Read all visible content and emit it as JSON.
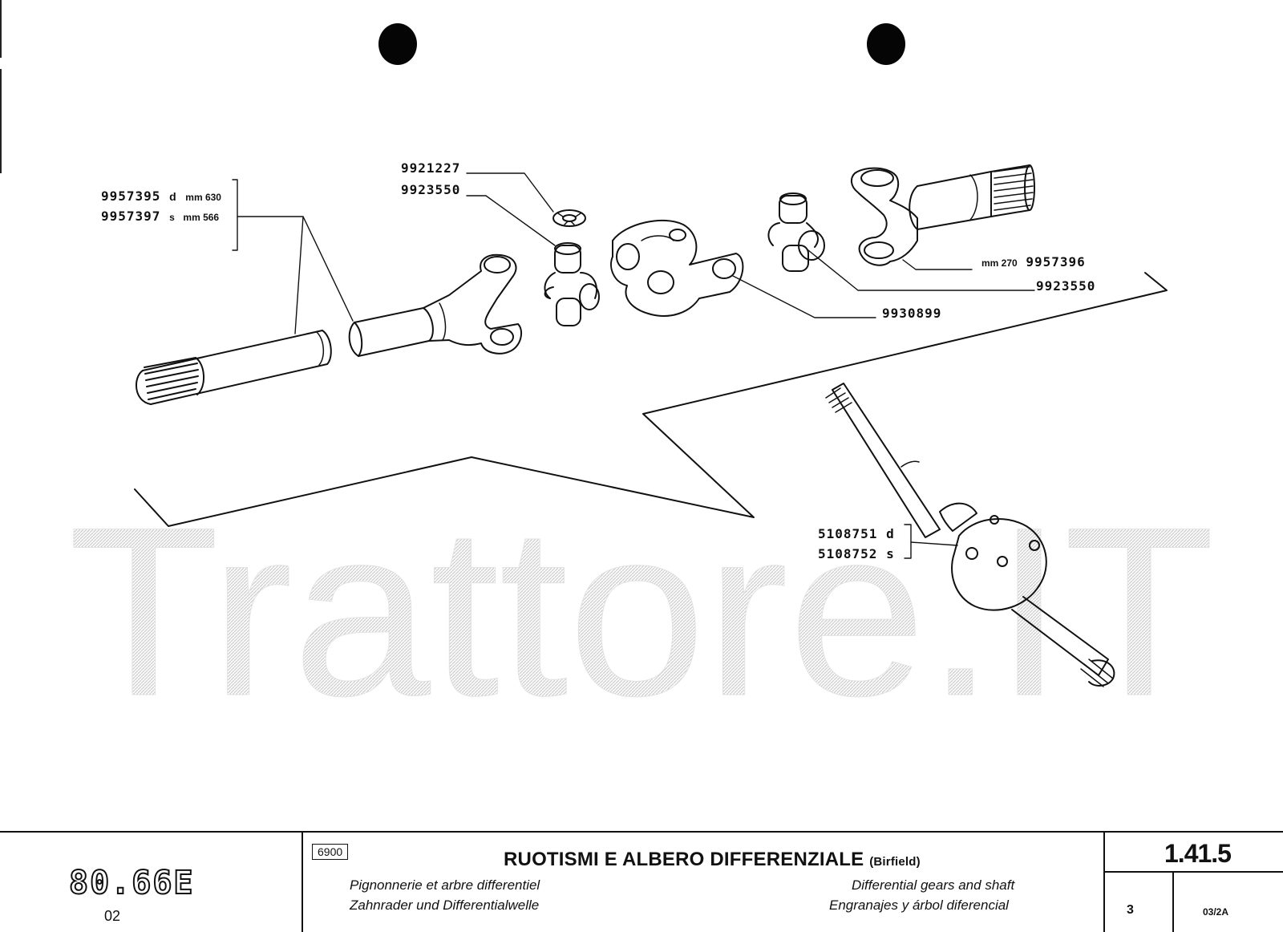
{
  "watermark": "Trattore.IT",
  "parts": {
    "shaft_right": "9957395",
    "shaft_right_suffix": "d",
    "shaft_right_length": "mm 630",
    "shaft_left": "9957397",
    "shaft_left_suffix": "s",
    "shaft_left_length": "mm 566",
    "circlip": "9921227",
    "spider_a": "9923550",
    "yoke_length": "mm 270",
    "yoke": "9957396",
    "spider_b": "9923550",
    "center_yoke": "9930899",
    "birfield_right": "5108751",
    "birfield_right_suffix": "d",
    "birfield_left": "5108752",
    "birfield_left_suffix": "s"
  },
  "title_block": {
    "model": "80.66E",
    "model_code": "02",
    "group_code": "6900",
    "title": "RUOTISMI E ALBERO DIFFERENZIALE",
    "title_sub": "(Birfield)",
    "title_fr": "Pignonnerie et arbre differentiel",
    "title_de": "Zahnrader und Differentialwelle",
    "title_en": "Differential gears and shaft",
    "title_es": "Engranajes y árbol diferencial",
    "doc_number": "1.41.5",
    "sheet": "3",
    "revision": "03/2A"
  }
}
